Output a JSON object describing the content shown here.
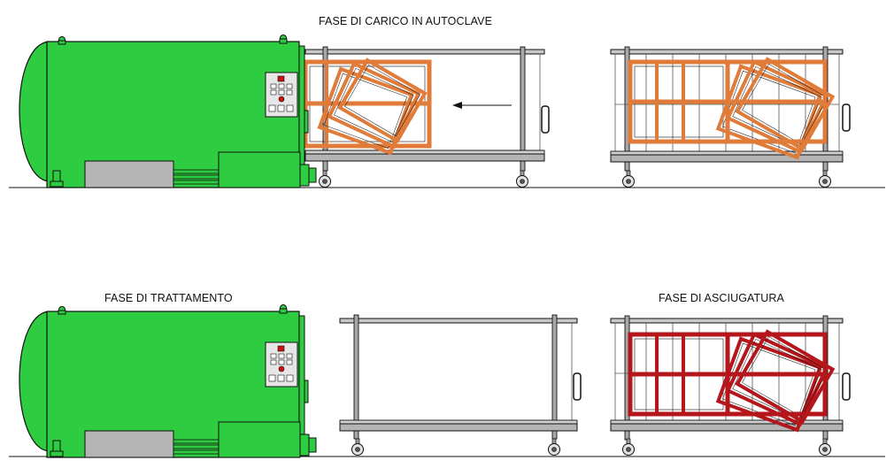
{
  "labels": {
    "loading": "FASE DI CARICO IN AUTOCLAVE",
    "treatment": "FASE DI TRATTAMENTO",
    "drying": "FASE DI ASCIUGATURA"
  },
  "colors": {
    "autoclave_green": "#2ECC40",
    "control_panel": "#E6E6E6",
    "base_gray": "#B4B4B4",
    "frame_steel": "#A8A8A8",
    "rack_orange": "#E07B39",
    "rack_red": "#B5161B",
    "button_red": "#CC1111"
  },
  "icons": [
    "left-arrow-icon",
    "wheel-icon",
    "handle-icon",
    "control-panel-icon"
  ]
}
